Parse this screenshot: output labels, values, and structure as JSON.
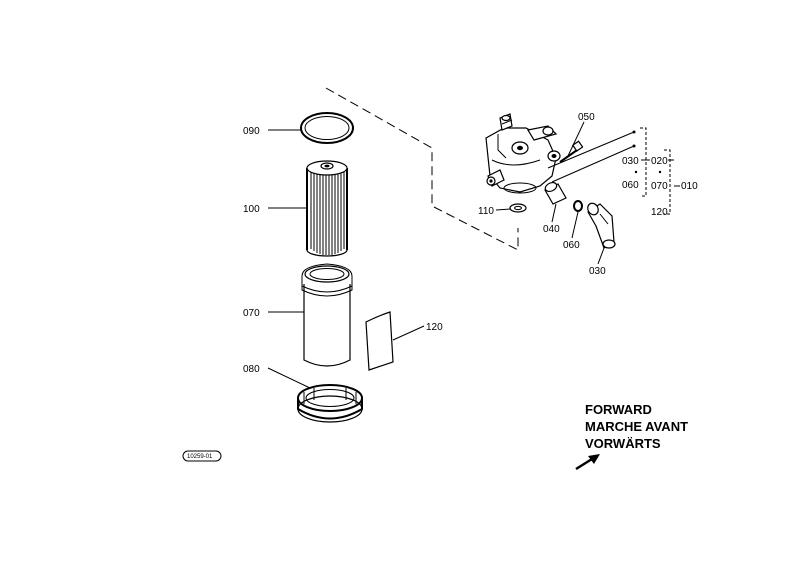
{
  "callouts": {
    "p090": "090",
    "p100": "100",
    "p070": "070",
    "p080": "080",
    "p120": "120",
    "p050": "050",
    "p110": "110",
    "p040": "040",
    "p060": "060",
    "p030_elbow": "030",
    "tree_030": "030",
    "tree_060": "060",
    "tree_020": "020",
    "tree_070": "070",
    "tree_010": "010",
    "tree_120": "120"
  },
  "direction": {
    "line1": "FORWARD",
    "line2": "MARCHE AVANT",
    "line3": "VORWÄRTS"
  },
  "ref_code": "10259-01"
}
